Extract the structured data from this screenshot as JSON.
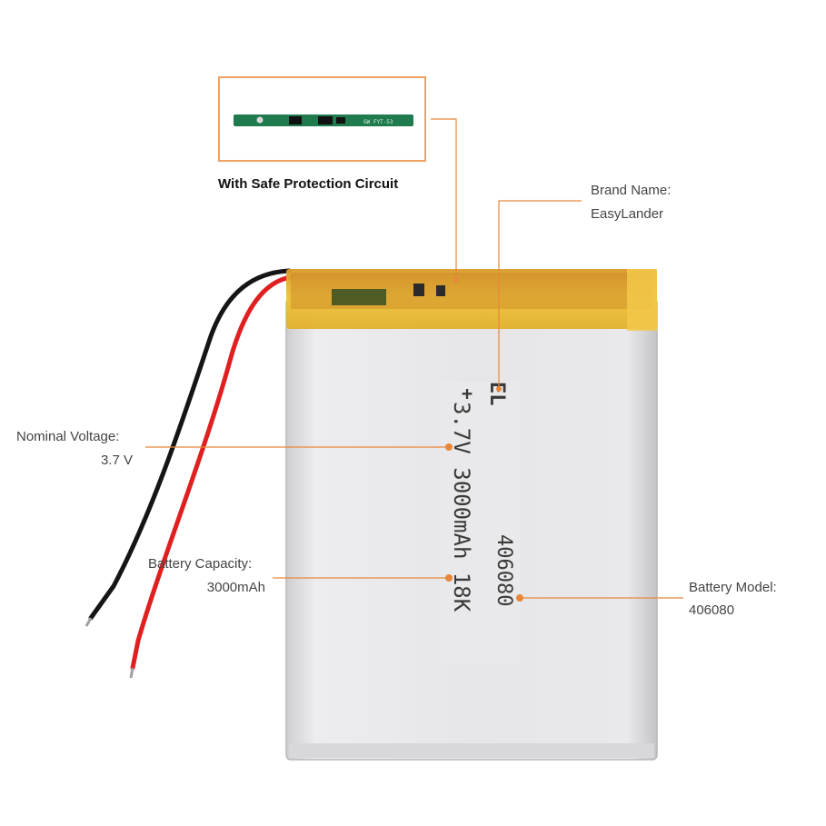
{
  "inset": {
    "caption": "With Safe Protection Circuit",
    "pcb_text": "GW FYT-53"
  },
  "callouts": {
    "brand": {
      "title": "Brand Name:",
      "value": "EasyLander"
    },
    "voltage": {
      "title": "Nominal Voltage:",
      "value": "3.7 V"
    },
    "capacity": {
      "title": "Battery  Capacity:",
      "value": "3000mAh"
    },
    "model": {
      "title": "Battery Model:",
      "value": "406080"
    }
  },
  "battery_print": {
    "brand_mark": "EL",
    "plus_sign": "+",
    "line1": "3.7V  3000mAh  18K",
    "line2": "406080"
  },
  "colors": {
    "callout_line": "#e8873a",
    "inset_border": "#f0a060",
    "pcb": "#1f7a4e",
    "kapton_tape": "#e8b82c",
    "cell_body": "#e4e4e6",
    "wire_red": "#e02020",
    "wire_black": "#151515"
  }
}
